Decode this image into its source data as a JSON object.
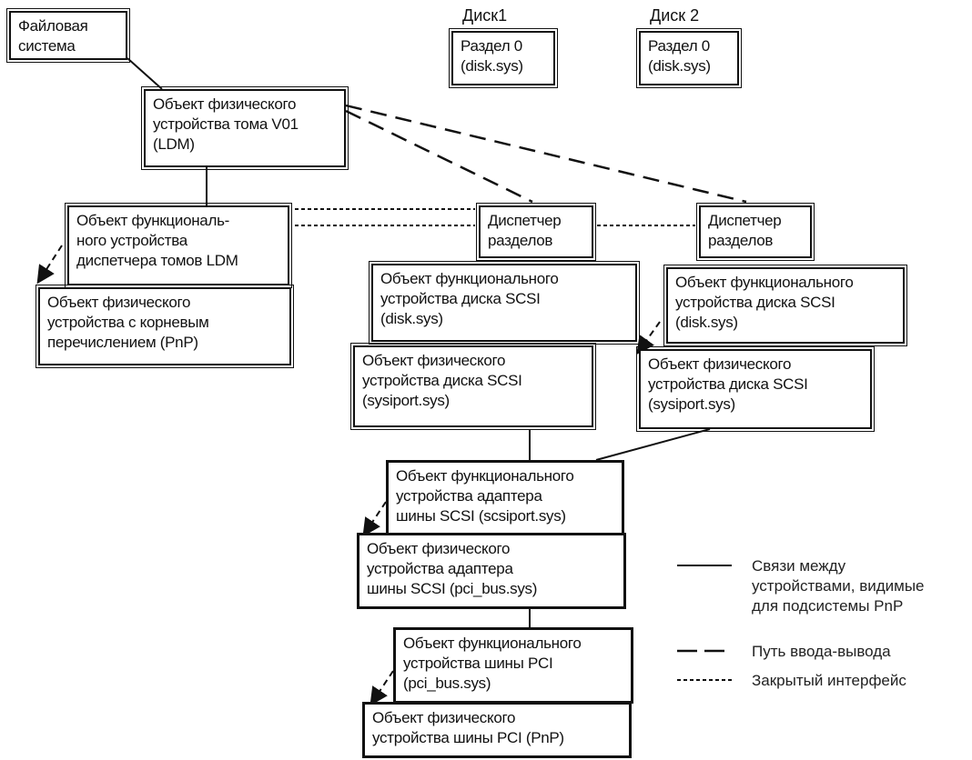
{
  "diagram": {
    "disk_labels": [
      "Диск1",
      "Диск 2"
    ],
    "nodes": {
      "fs": [
        "Файловая",
        "система"
      ],
      "vol_pdo": [
        "Объект физического",
        "устройства тома V01",
        "(LDM)"
      ],
      "part_disk1": [
        "Раздел 0",
        "(disk.sys)"
      ],
      "part_disk2": [
        "Раздел 0",
        "(disk.sys)"
      ],
      "ldm_fdo": [
        "Объект функциональ-",
        "ного устройства",
        "диспетчера томов LDM"
      ],
      "root_pdo": [
        "Объект физического",
        "устройства с корневым",
        "перечислением (PnP)"
      ],
      "partmgr1": [
        "Диспетчер",
        "разделов"
      ],
      "partmgr2": [
        "Диспетчер",
        "разделов"
      ],
      "disk1_fdo": [
        "Объект функционального",
        "устройства диска SCSI",
        "(disk.sys)"
      ],
      "disk1_pdo": [
        "Объект физического",
        "устройства диска SCSI",
        "(sysiport.sys)"
      ],
      "disk2_fdo": [
        "Объект функционального",
        "устройства диска SCSI",
        "(disk.sys)"
      ],
      "disk2_pdo": [
        "Объект физического",
        "устройства диска SCSI",
        "(sysiport.sys)"
      ],
      "scsi_fdo": [
        "Объект функционального",
        "устройства адаптера",
        "шины SCSI (scsiport.sys)"
      ],
      "scsi_pdo": [
        "Объект физического",
        "устройства адаптера",
        "шины SCSI (pci_bus.sys)"
      ],
      "pci_fdo": [
        "Объект функционального",
        "устройства шины PCI",
        "(pci_bus.sys)"
      ],
      "pci_pdo": [
        "Объект физического",
        "устройства шины PCI (PnP)"
      ]
    },
    "legend": [
      {
        "style": "solid",
        "lines": [
          "Связи между",
          "устройствами, видимые",
          "для подсистемы PnP"
        ]
      },
      {
        "style": "dashed",
        "lines": [
          "Путь ввода-вывода"
        ]
      },
      {
        "style": "dotted",
        "lines": [
          "Закрытый интерфейс"
        ]
      }
    ],
    "colors": {
      "line": "#111111",
      "background": "#ffffff"
    }
  }
}
